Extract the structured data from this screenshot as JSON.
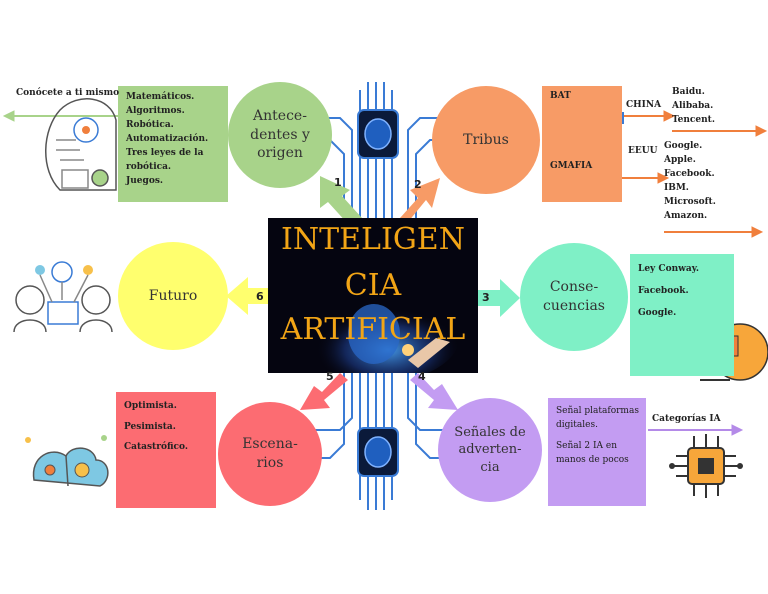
{
  "center": {
    "line1": "INTELIGEN",
    "line2": "CIA",
    "line3": "ARTIFICIAL"
  },
  "nodes": {
    "antecedentes": {
      "text": "Antece-\ndentes y\norigen",
      "color": "#a8d38a",
      "number": "1"
    },
    "tribus": {
      "text": "Tribus",
      "color": "#f79b66",
      "number": "2"
    },
    "consecuencias": {
      "text": "Conse-\ncuencias",
      "color": "#7ff0c6",
      "number": "3"
    },
    "senales": {
      "text": "Señales de\nadverten-\ncia",
      "color": "#c39cf2",
      "number": "4"
    },
    "escenarios": {
      "text": "Escena-\nrios",
      "color": "#fc6c72",
      "number": "5"
    },
    "futuro": {
      "text": "Futuro",
      "color": "#ffff6e",
      "number": "6"
    }
  },
  "antecedentes_box": {
    "color": "#a8d38a",
    "items": [
      "Matemáticos.",
      "Algoritmos.",
      "Robótica.",
      "Automatización.",
      "Tres leyes de la",
      "robótica.",
      "Juegos."
    ]
  },
  "know_yourself": "Conócete  a ti mismo",
  "tribus_box": {
    "color": "#f79b66",
    "top": "BAT",
    "bottom": "GMAFIA"
  },
  "china": {
    "label": "CHINA",
    "items": [
      "Baidu.",
      "Alibaba.",
      "Tencent."
    ]
  },
  "eeuu": {
    "label": "EEUU",
    "items": [
      "Google.",
      "Apple.",
      "Facebook.",
      "IBM.",
      "Microsoft.",
      "Amazon."
    ]
  },
  "consecuencias_box": {
    "color": "#7ff0c6",
    "items": [
      "Ley Conway.",
      "Facebook.",
      "Google."
    ]
  },
  "escenarios_box": {
    "color": "#fc6c72",
    "items": [
      "Optimista.",
      "Pesimista.",
      "Catastrófico."
    ]
  },
  "senales_box": {
    "color": "#c39cf2",
    "items": [
      "Señal plataformas",
      "digitales.",
      "Señal 2 IA en",
      "manos de pocos"
    ]
  },
  "categorias": "Categorías IA"
}
